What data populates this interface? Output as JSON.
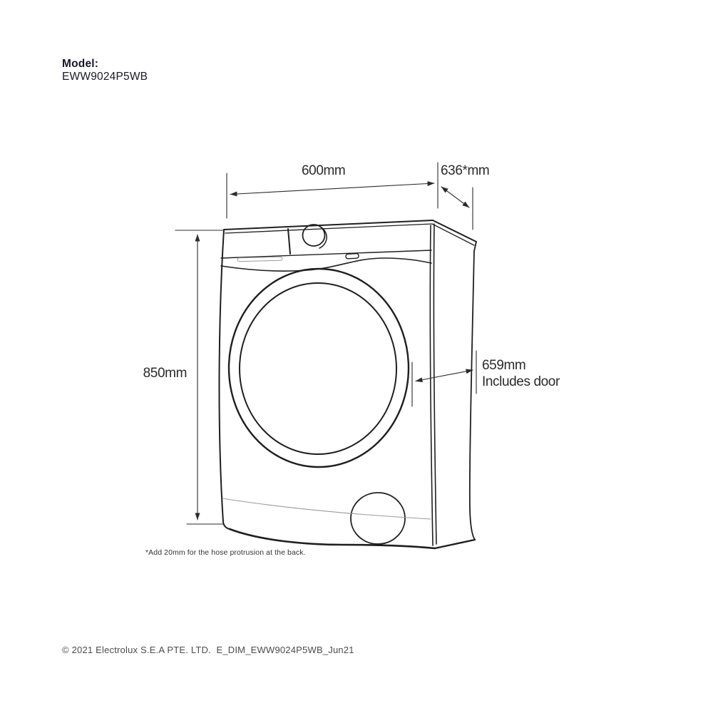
{
  "document": {
    "model_label": "Model:",
    "model_number": "EWW9024P5WB",
    "footnote": "*Add 20mm for the hose protrusion at the back.",
    "copyright": "© 2021 Electrolux S.E.A PTE. LTD.  E_DIM_EWW9024P5WB_Jun21"
  },
  "dimensions": {
    "width": "600mm",
    "depth": "636*mm",
    "height": "850mm",
    "depth_including_door": "659mm",
    "depth_including_door_note": "Includes door"
  },
  "diagram": {
    "subject": "front-load-washing-machine",
    "view": "three-quarter front perspective line drawing",
    "colors": {
      "background": "#ffffff",
      "outline": "#1f1f1f",
      "dimension_line": "#2b2b2b",
      "light_detail": "#9a9a9a",
      "text": "#2a2a2a"
    }
  }
}
